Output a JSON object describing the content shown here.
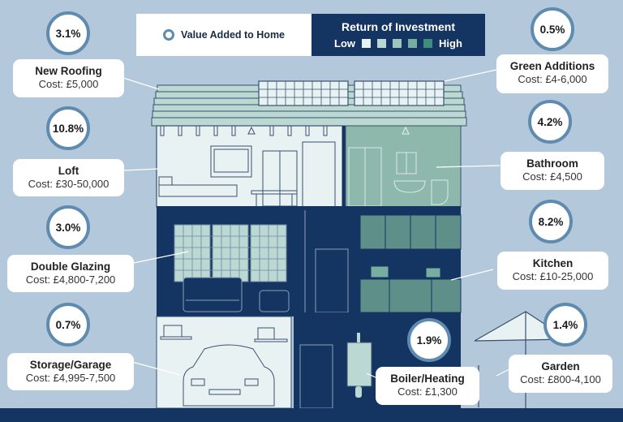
{
  "legend": {
    "value_label": "Value Added to Home",
    "roi_title": "Return of Investment",
    "roi_low": "Low",
    "roi_high": "High",
    "roi_scale_colors": [
      "#e8f2f2",
      "#bcd8d2",
      "#9ec6bc",
      "#78ae9f",
      "#3f8e7d"
    ]
  },
  "colors": {
    "background": "#b3c8da",
    "navy": "#143461",
    "ring": "#5f8bb0"
  },
  "improvements": [
    {
      "name": "New Roofing",
      "cost": "Cost: £5,000",
      "value_added": "3.1%"
    },
    {
      "name": "Loft",
      "cost": "Cost: £30-50,000",
      "value_added": "10.8%"
    },
    {
      "name": "Double Glazing",
      "cost": "Cost: £4,800-7,200",
      "value_added": "3.0%"
    },
    {
      "name": "Storage/Garage",
      "cost": "Cost: £4,995-7,500",
      "value_added": "0.7%"
    },
    {
      "name": "Green Additions",
      "cost": "Cost: £4-6,000",
      "value_added": "0.5%"
    },
    {
      "name": "Bathroom",
      "cost": "Cost: £4,500",
      "value_added": "4.2%"
    },
    {
      "name": "Kitchen",
      "cost": "Cost: £10-25,000",
      "value_added": "8.2%"
    },
    {
      "name": "Boiler/Heating",
      "cost": "Cost: £1,300",
      "value_added": "1.9%"
    },
    {
      "name": "Garden",
      "cost": "Cost: £800-4,100",
      "value_added": "1.4%"
    }
  ]
}
